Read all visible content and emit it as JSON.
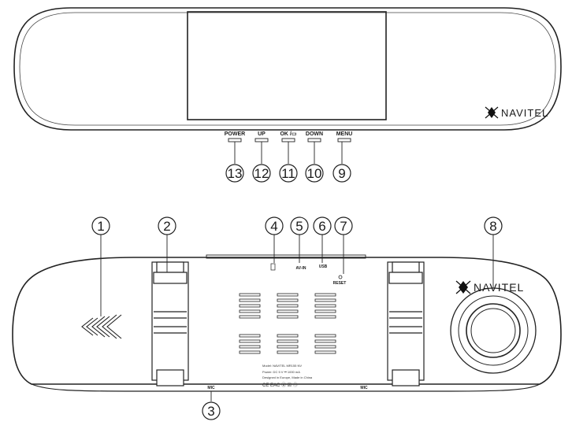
{
  "front": {
    "brand": "NAVITEL",
    "buttons": [
      {
        "label": "POWER",
        "callout": "13"
      },
      {
        "label": "UP",
        "callout": "12"
      },
      {
        "label": "OK /▭",
        "callout": "11"
      },
      {
        "label": "DOWN",
        "callout": "10"
      },
      {
        "label": "MENU",
        "callout": "9"
      }
    ]
  },
  "back": {
    "brand": "NAVITEL",
    "callouts": [
      {
        "number": "1",
        "target": "mount-arrows"
      },
      {
        "number": "2",
        "target": "strap-left"
      },
      {
        "number": "3",
        "target": "mic"
      },
      {
        "number": "4",
        "target": "card-slot"
      },
      {
        "number": "5",
        "target": "av-in"
      },
      {
        "number": "6",
        "target": "usb"
      },
      {
        "number": "7",
        "target": "reset"
      },
      {
        "number": "8",
        "target": "rear-camera"
      }
    ],
    "port_labels": {
      "av_in": "AV-IN",
      "usb": "USB",
      "reset": "RESET",
      "mic_left": "MIC",
      "mic_right": "MIC"
    },
    "sticker": {
      "model": "Model: NAVITEL MR155 NV",
      "power": "Power: DC 5 V ⎓ 1000 mA",
      "origin": "Designed in Europe, Made in China",
      "marks": "CE  EAC  ⓖ  ☒  ♲"
    }
  }
}
